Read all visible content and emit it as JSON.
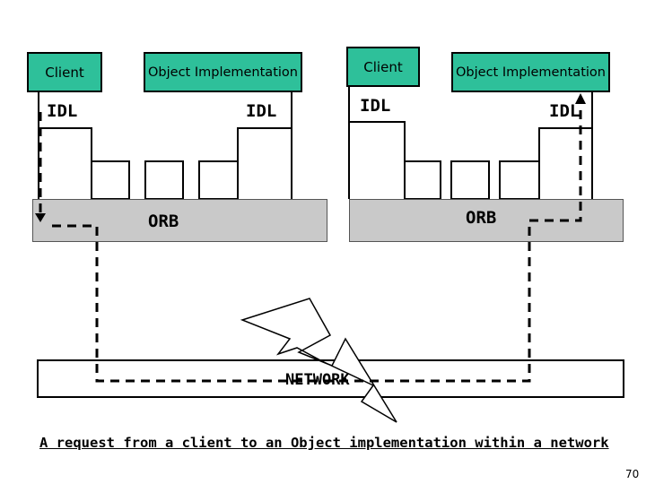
{
  "left": {
    "client_label": "Client",
    "object_impl_label": "Object Implementation",
    "idl_client": "IDL",
    "idl_object": "IDL",
    "orb_label": "ORB"
  },
  "right": {
    "client_label": "Client",
    "object_impl_label": "Object Implementation",
    "idl_client": "IDL",
    "idl_object": "IDL",
    "orb_label": "ORB"
  },
  "network_label": "NETWORK",
  "caption": "A request from a client to an Object implementation within a network",
  "page_number": "70",
  "colors": {
    "box_green": "#2ec09a",
    "orb_gray": "#c9c9c9"
  }
}
